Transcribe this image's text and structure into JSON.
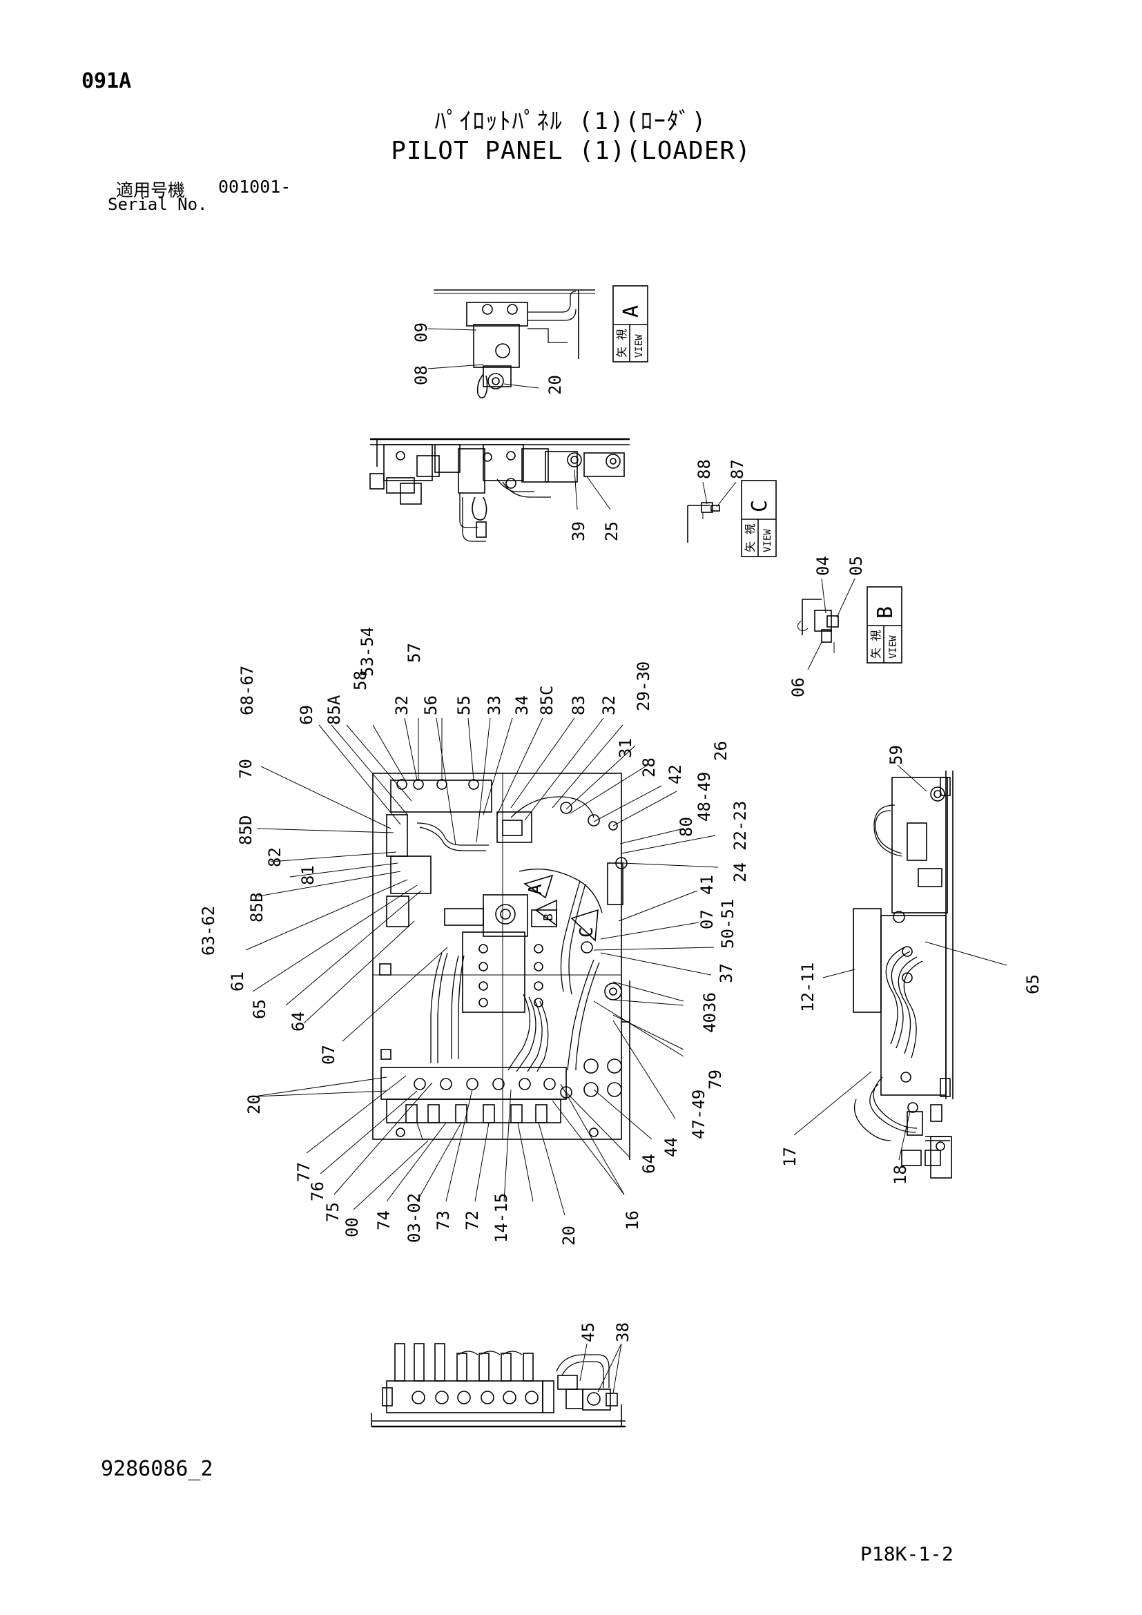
{
  "header": {
    "page_code": "091A",
    "title_jp": "ﾊﾟｲﾛｯﾄﾊﾟﾈﾙ (1)(ﾛｰﾀﾞ)",
    "title_en": "PILOT PANEL (1)(LOADER)",
    "serial_label_jp": "適用号機",
    "serial_label_en": "Serial No.",
    "serial_number": "001001-"
  },
  "views": {
    "view_a": {
      "jp": "矢 視",
      "en": "VIEW",
      "letter": "A"
    },
    "view_b": {
      "jp": "矢 視",
      "en": "VIEW",
      "letter": "B"
    },
    "view_c": {
      "jp": "矢 視",
      "en": "VIEW",
      "letter": "C"
    }
  },
  "callouts": {
    "view_a_parts": [
      "09",
      "08",
      "20"
    ],
    "top_view_parts": [
      "39",
      "25"
    ],
    "view_c_parts": [
      "88",
      "87"
    ],
    "view_b_parts": [
      "04",
      "05",
      "06"
    ],
    "main_top_parts": [
      "68-67",
      "69",
      "85A",
      "58",
      "53-54",
      "57",
      "32",
      "56",
      "55",
      "33",
      "34",
      "85C",
      "83",
      "32",
      "29-30",
      "31",
      "28",
      "42",
      "26",
      "48-49"
    ],
    "main_left_parts": [
      "70",
      "85D",
      "82",
      "81",
      "85B",
      "63-62",
      "61",
      "65",
      "64",
      "07",
      "20"
    ],
    "main_right_parts": [
      "80",
      "22-23",
      "24",
      "41",
      "07",
      "50-51",
      "37",
      "36",
      "40",
      "79",
      "47-49",
      "44",
      "64",
      "16"
    ],
    "main_bottom_parts": [
      "77",
      "76",
      "75",
      "00",
      "74",
      "03-02",
      "73",
      "72",
      "14-15",
      "20"
    ],
    "side_view_parts": [
      "59",
      "65",
      "12-11",
      "17",
      "18"
    ],
    "bottom_view_parts": [
      "45",
      "38"
    ],
    "markers": [
      "A",
      "B",
      "C"
    ]
  },
  "footer": {
    "drawing_number": "9286086_2",
    "page_ref": "P18K-1-2"
  }
}
